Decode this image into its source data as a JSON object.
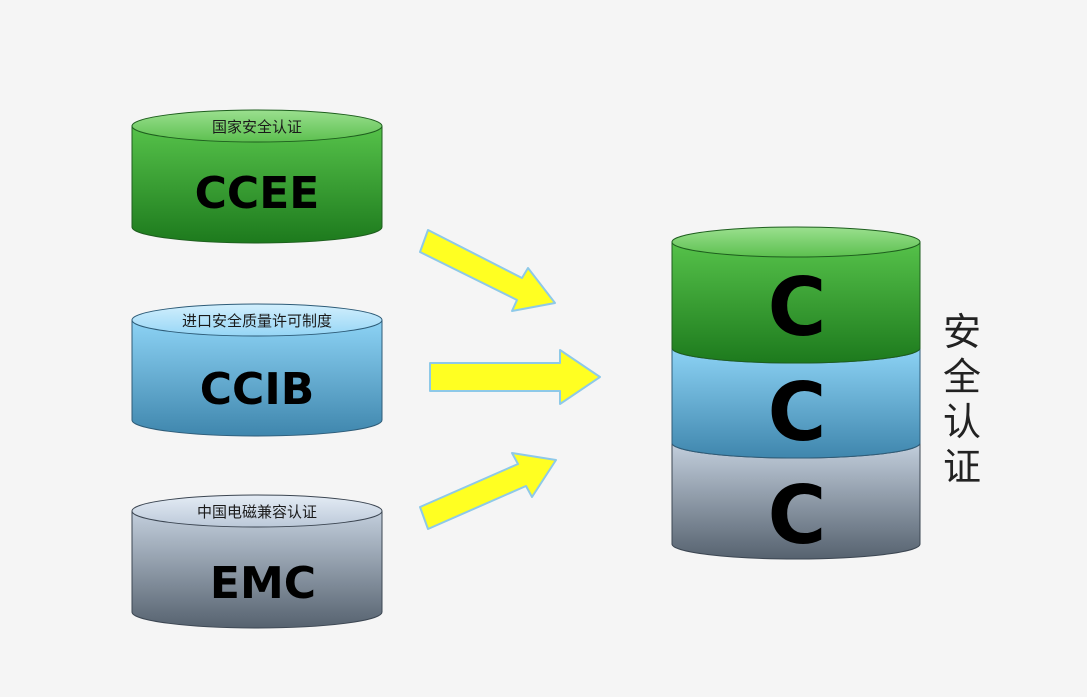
{
  "sources": [
    {
      "top_label": "国家安全认证",
      "label": "CCEE",
      "color": "green"
    },
    {
      "top_label": "进口安全质量许可制度",
      "label": "CCIB",
      "color": "blue"
    },
    {
      "top_label": "中国电磁兼容认证",
      "label": "EMC",
      "color": "gray"
    }
  ],
  "target": {
    "letters": [
      "C",
      "C",
      "C"
    ],
    "side_label": "安全认证"
  },
  "colors": {
    "green": "#3fae35",
    "blue": "#6fc3ec",
    "gray": "#a7b5c8",
    "arrow": "#ffff22",
    "arrow_outline": "#8ec9e8",
    "background": "#f5f5f5"
  }
}
